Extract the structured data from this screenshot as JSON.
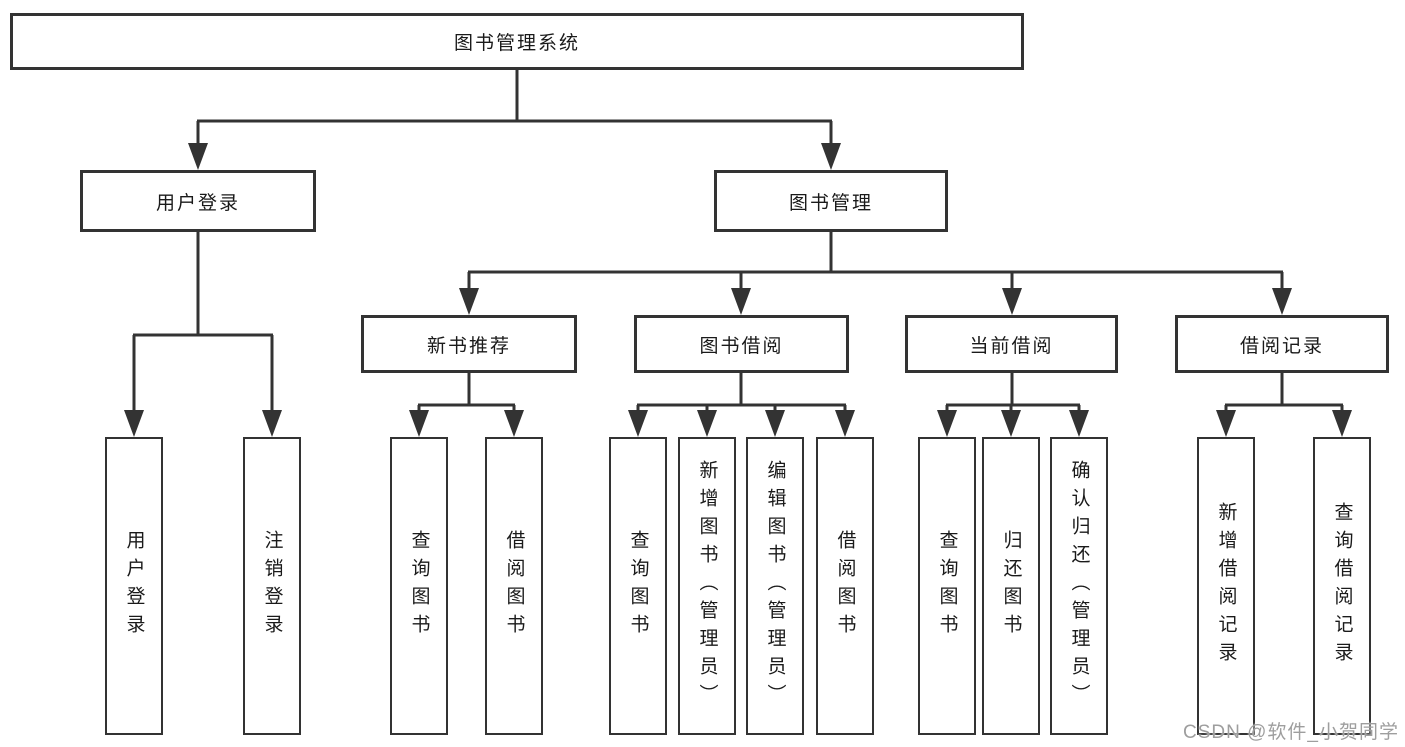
{
  "diagram": {
    "root": {
      "label": "图书管理系统"
    },
    "level1": [
      {
        "label": "用户登录"
      },
      {
        "label": "图书管理"
      }
    ],
    "level2": [
      {
        "label": "新书推荐"
      },
      {
        "label": "图书借阅"
      },
      {
        "label": "当前借阅"
      },
      {
        "label": "借阅记录"
      }
    ],
    "leaves": {
      "user_login": [
        {
          "label": "用户登录"
        },
        {
          "label": "注销登录"
        }
      ],
      "new_books": [
        {
          "label": "查询图书"
        },
        {
          "label": "借阅图书"
        }
      ],
      "book_borrow": [
        {
          "label": "查询图书"
        },
        {
          "label": "新增图书（管理员）"
        },
        {
          "label": "编辑图书（管理员）"
        },
        {
          "label": "借阅图书"
        }
      ],
      "current_borrow": [
        {
          "label": "查询图书"
        },
        {
          "label": "归还图书"
        },
        {
          "label": "确认归还（管理员）"
        }
      ],
      "borrow_records": [
        {
          "label": "新增借阅记录"
        },
        {
          "label": "查询借阅记录"
        }
      ]
    },
    "watermark": "CSDN @软件_小贺同学",
    "colors": {
      "line": "#333333",
      "text": "#1a1a1a",
      "box_background": "#ffffff",
      "watermark": "#9e9e9e"
    }
  }
}
